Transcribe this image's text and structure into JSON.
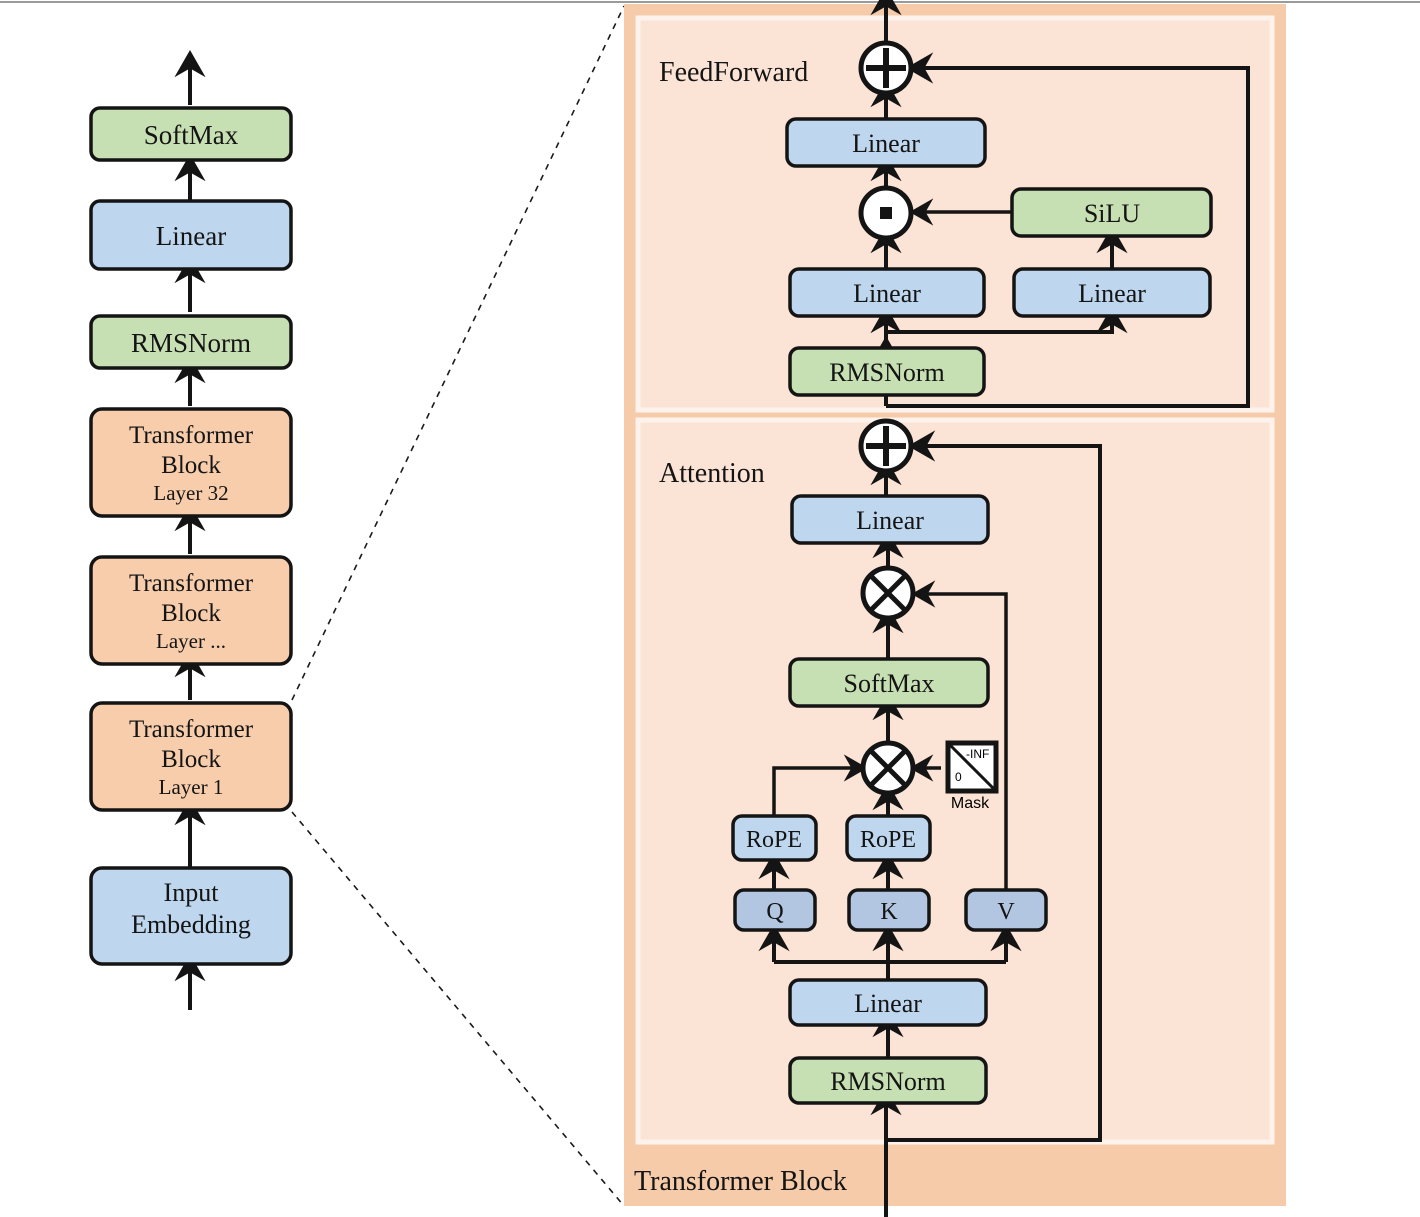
{
  "figure": {
    "title": "Transformer (LLaMA-style) architecture block diagram",
    "background": "#ffffff"
  },
  "colors": {
    "blue_box": "#bed7ee",
    "blue_qkv": "#b3c6e1",
    "green_box": "#c7e0b3",
    "orange_box": "#f7cdab",
    "panel_outer": "#f6cba9",
    "panel_inner": "#fbe3d5",
    "panel_inner_border": "#fdf3ec",
    "stroke": "#141414",
    "dashed": "#1a1a1a",
    "top_rule": "#9a9a9a"
  },
  "left_stack": {
    "name": "model-overview-stack",
    "nodes": [
      {
        "id": "softmax",
        "label": "SoftMax",
        "sublabel": "",
        "style": "green"
      },
      {
        "id": "linear",
        "label": "Linear",
        "sublabel": "",
        "style": "blue"
      },
      {
        "id": "rmsnorm",
        "label": "RMSNorm",
        "sublabel": "",
        "style": "green"
      },
      {
        "id": "block32",
        "label": "Transformer Block",
        "sublabel": "Layer 32",
        "style": "orange"
      },
      {
        "id": "blockdots",
        "label": "Transformer Block",
        "sublabel": "Layer ...",
        "style": "orange"
      },
      {
        "id": "block1",
        "label": "Transformer Block",
        "sublabel": "Layer 1",
        "style": "orange"
      },
      {
        "id": "inputembedding",
        "label": "Input Embedding",
        "sublabel": "",
        "style": "blue"
      }
    ]
  },
  "detail_panel": {
    "outer_label": "Transformer Block",
    "sections": [
      {
        "id": "feedforward",
        "label": "FeedForward"
      },
      {
        "id": "attention",
        "label": "Attention"
      }
    ]
  },
  "feedforward": {
    "nodes": [
      {
        "id": "ff-add",
        "label": "+",
        "style": "op-plus"
      },
      {
        "id": "ff-linear-out",
        "label": "Linear",
        "style": "blue"
      },
      {
        "id": "ff-mul",
        "label": "·",
        "style": "op-dot"
      },
      {
        "id": "ff-silu",
        "label": "SiLU",
        "style": "green"
      },
      {
        "id": "ff-linear-gate",
        "label": "Linear",
        "style": "blue"
      },
      {
        "id": "ff-linear-up",
        "label": "Linear",
        "style": "blue"
      },
      {
        "id": "ff-rmsnorm",
        "label": "RMSNorm",
        "style": "green"
      }
    ]
  },
  "attention": {
    "nodes": [
      {
        "id": "attn-add",
        "label": "+",
        "style": "op-plus"
      },
      {
        "id": "attn-linear-o",
        "label": "Linear",
        "style": "blue"
      },
      {
        "id": "attn-mul-v",
        "label": "x",
        "style": "op-times"
      },
      {
        "id": "attn-softmax",
        "label": "SoftMax",
        "style": "green"
      },
      {
        "id": "attn-mul-qk",
        "label": "x",
        "style": "op-times"
      },
      {
        "id": "attn-rope-q",
        "label": "RoPE",
        "style": "blue"
      },
      {
        "id": "attn-rope-k",
        "label": "RoPE",
        "style": "blue"
      },
      {
        "id": "attn-q",
        "label": "Q",
        "style": "qkv"
      },
      {
        "id": "attn-k",
        "label": "K",
        "style": "qkv"
      },
      {
        "id": "attn-v",
        "label": "V",
        "style": "qkv"
      },
      {
        "id": "attn-linear-in",
        "label": "Linear",
        "style": "blue"
      },
      {
        "id": "attn-rmsnorm",
        "label": "RMSNorm",
        "style": "green"
      }
    ],
    "mask": {
      "label": "Mask",
      "upper_value": "-INF",
      "lower_value": "0"
    }
  }
}
